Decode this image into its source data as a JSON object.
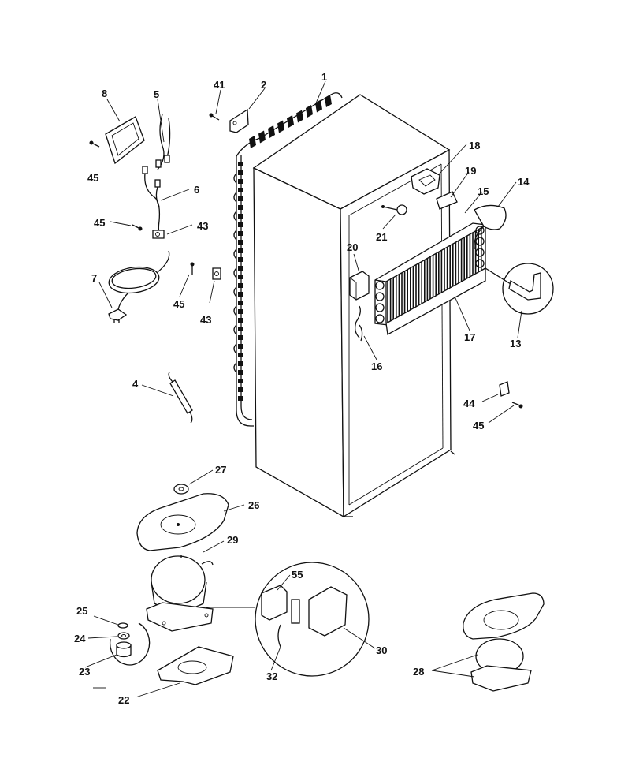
{
  "diagram": {
    "callouts": [
      "1",
      "2",
      "41",
      "5",
      "8",
      "45",
      "6",
      "45",
      "43",
      "7",
      "45",
      "43",
      "4",
      "18",
      "19",
      "15",
      "14",
      "20",
      "21",
      "17",
      "13",
      "16",
      "44",
      "45",
      "27",
      "26",
      "29",
      "25",
      "24",
      "23",
      "22",
      "55",
      "30",
      "32",
      "28"
    ]
  }
}
